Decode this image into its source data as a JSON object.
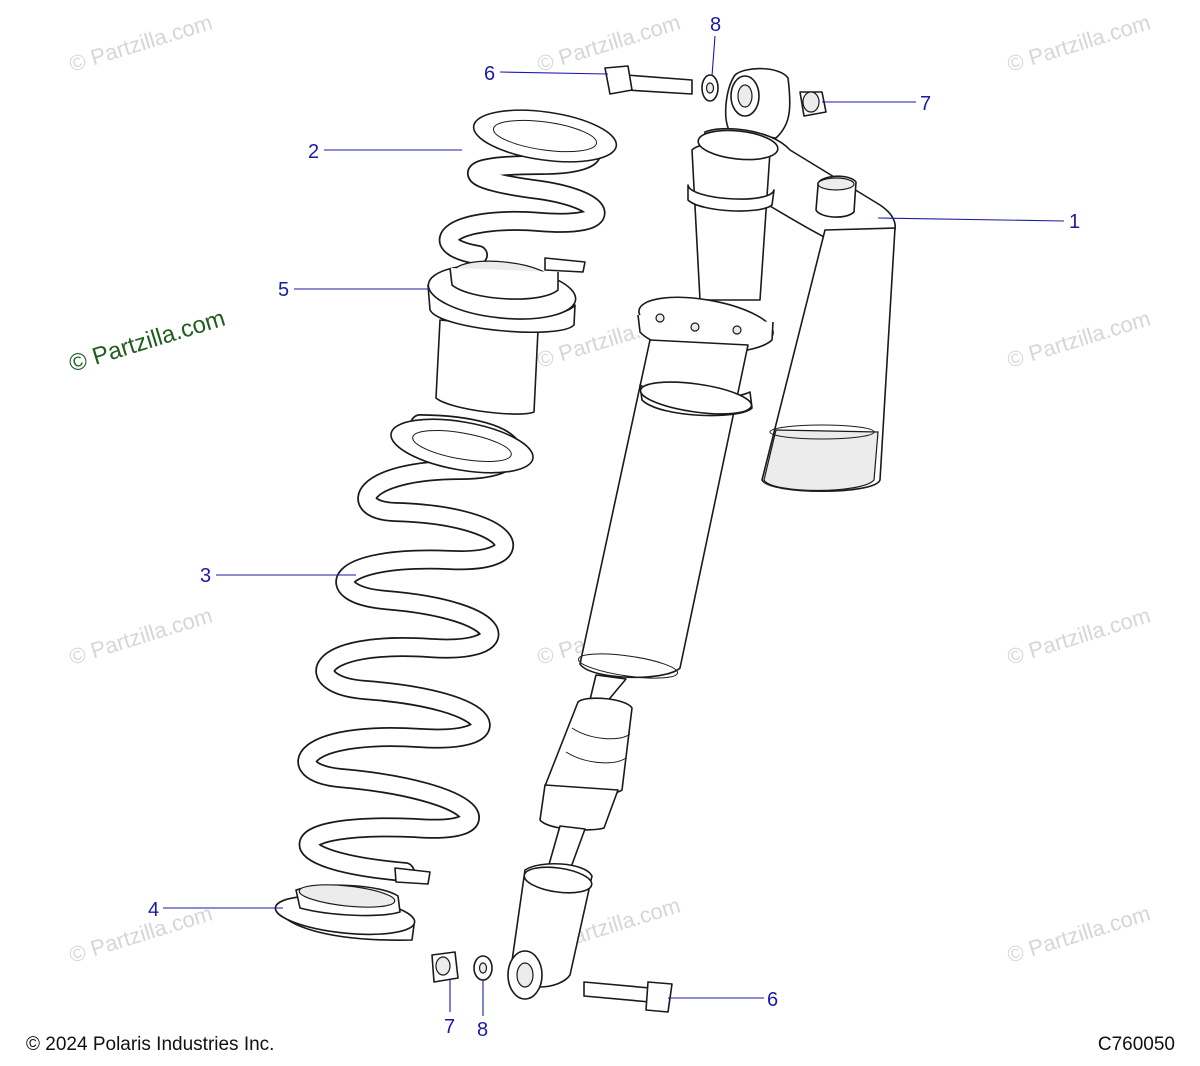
{
  "diagram": {
    "watermark_text": "© Partzilla.com",
    "copyright": "© 2024 Polaris Industries Inc.",
    "figure_code": "C760050",
    "callouts": [
      {
        "id": "c1",
        "label": "1"
      },
      {
        "id": "c2",
        "label": "2"
      },
      {
        "id": "c3",
        "label": "3"
      },
      {
        "id": "c4",
        "label": "4"
      },
      {
        "id": "c5",
        "label": "5"
      },
      {
        "id": "c6a",
        "label": "6"
      },
      {
        "id": "c6b",
        "label": "6"
      },
      {
        "id": "c7a",
        "label": "7"
      },
      {
        "id": "c7b",
        "label": "7"
      },
      {
        "id": "c8a",
        "label": "8"
      },
      {
        "id": "c8b",
        "label": "8"
      }
    ],
    "colors": {
      "callout": "#1a1aa8",
      "watermark": "#d6d6d6",
      "watermark_accent": "#1f5e1f",
      "line": "#1a1a1a"
    }
  }
}
